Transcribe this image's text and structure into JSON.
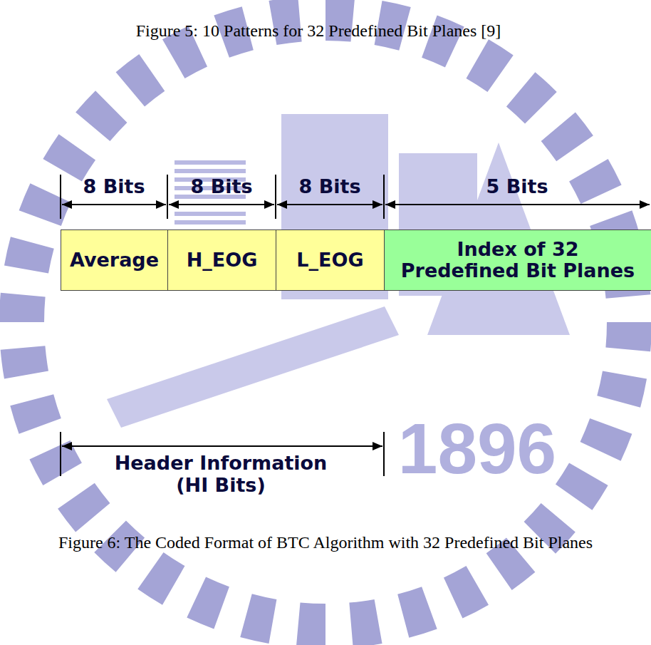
{
  "diagram": {
    "caption": "Figure 6: The Coded Format of BTC Algorithm with 32 Predefined Bit Planes",
    "nodes": [
      {
        "text": [
          "Average"
        ]
      },
      {
        "text": [
          "H_EOG"
        ]
      },
      {
        "text": [
          "L_EOG"
        ]
      },
      {
        "text": [
          "Index of 32 Predefined Bit Planes"
        ]
      }
    ],
    "labels": [
      "Figure 5: 10 Patterns for 32 Predefined Bit Planes [9]",
      "8 Bits",
      "8 Bits",
      "8 Bits",
      "5 Bits",
      "Header Information (HI Bits)",
      "1896"
    ]
  }
}
